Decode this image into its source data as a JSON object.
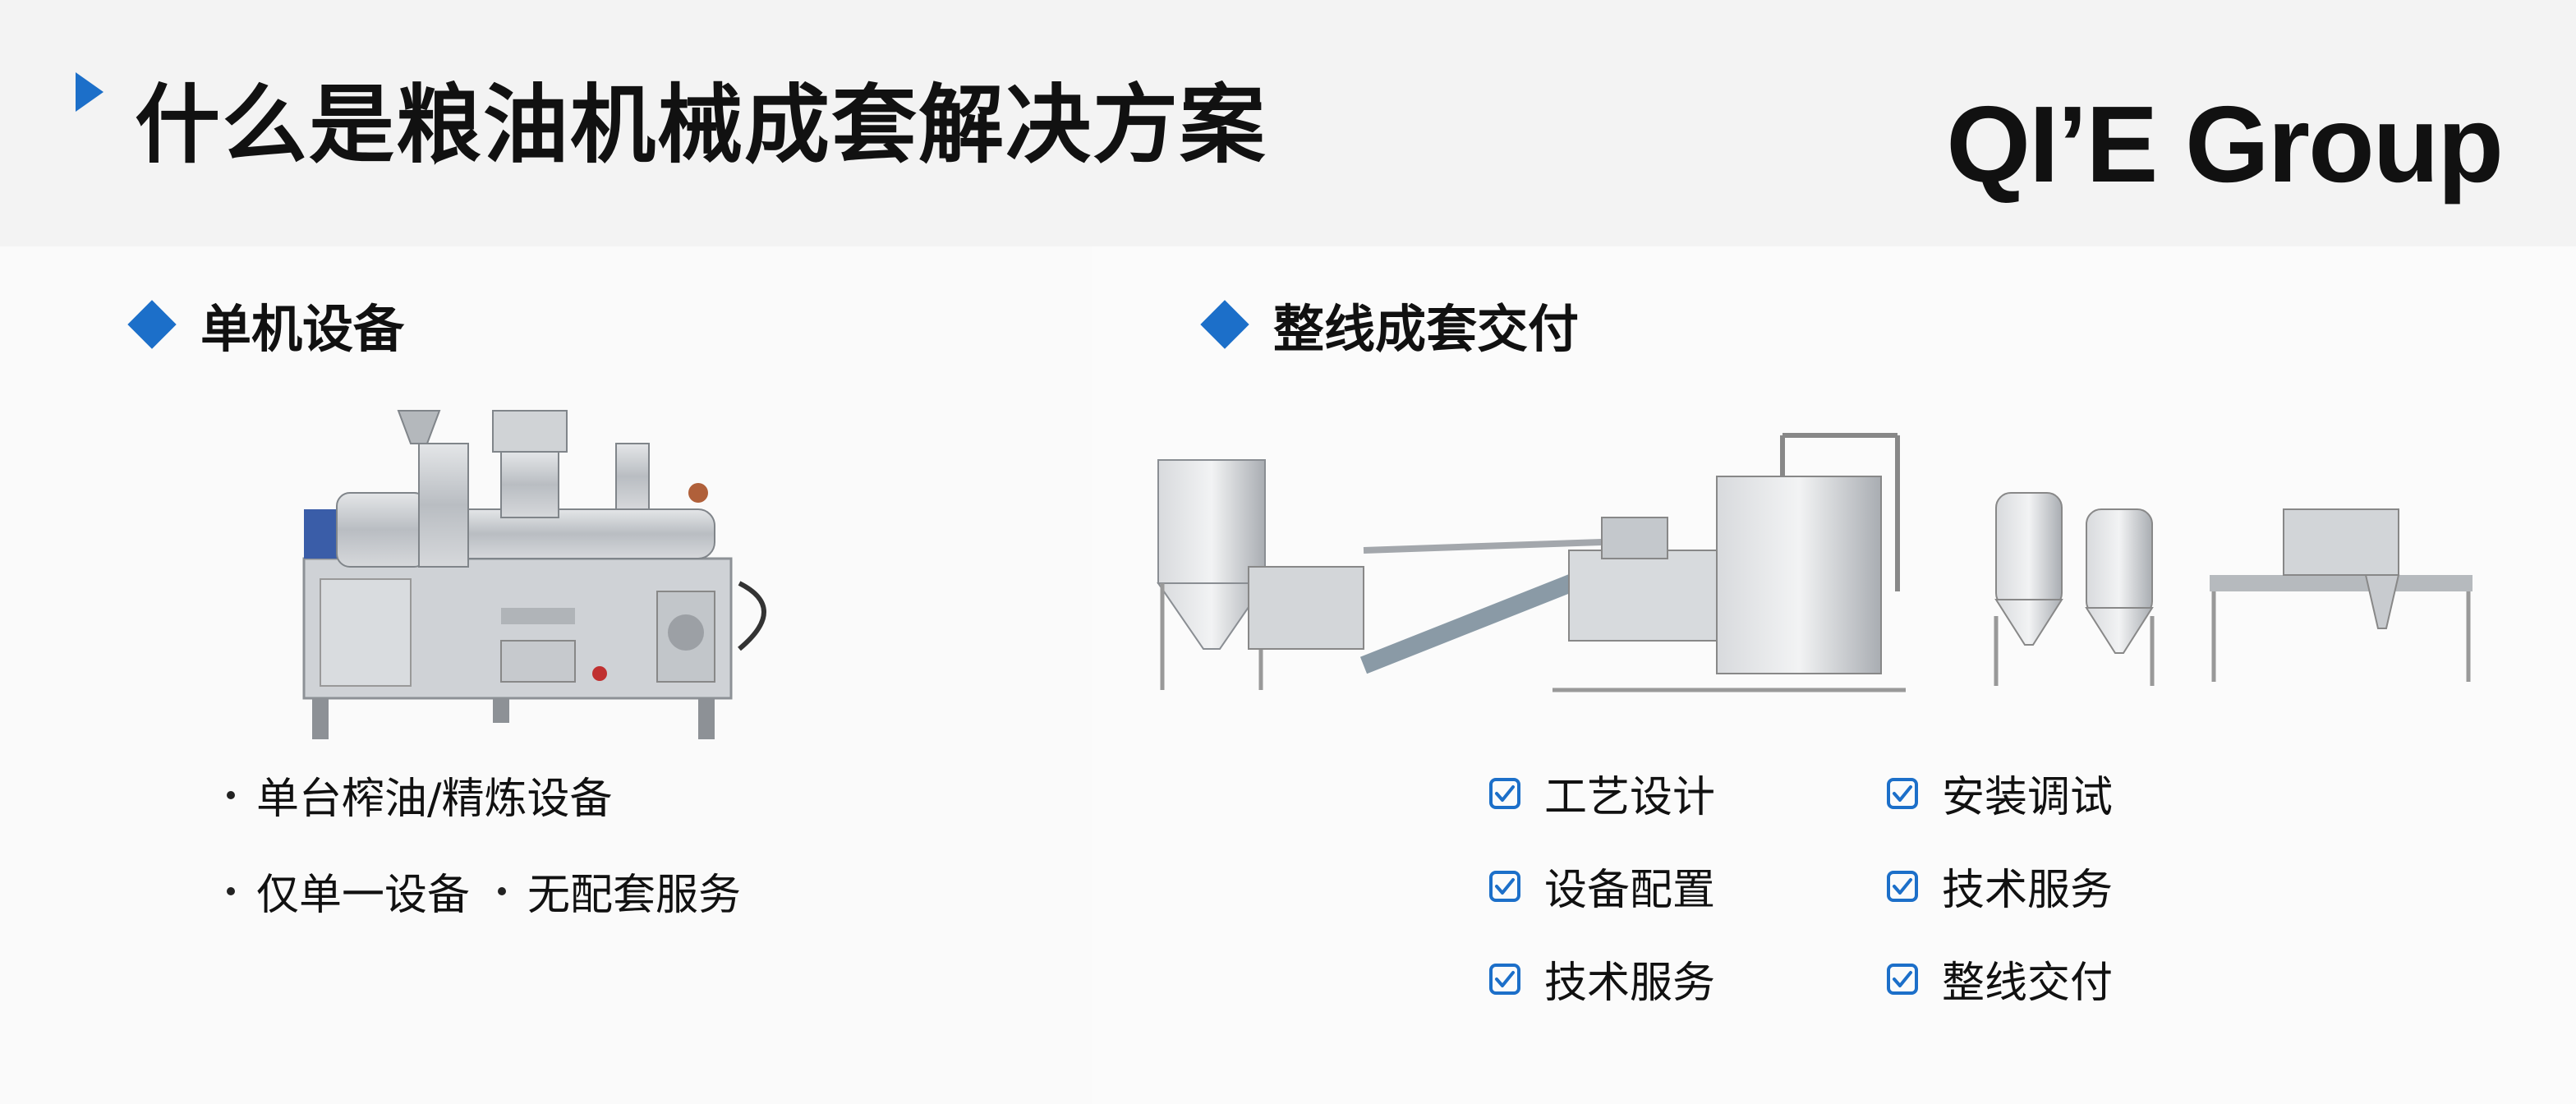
{
  "header": {
    "title": "什么是粮油机械成套解决方案",
    "brand": "QI’E Group"
  },
  "left_section": {
    "title": "单机设备",
    "bullets": [
      {
        "parts": [
          "单台榨油/精炼设备"
        ]
      },
      {
        "parts": [
          "仅单一设备",
          "无配套服务"
        ]
      }
    ]
  },
  "right_section": {
    "title": "整线成套交付",
    "checklist": [
      "工艺设计",
      "安装调试",
      "设备配置",
      "技术服务",
      "技术服务",
      "整线交付"
    ]
  },
  "colors": {
    "accent": "#1c6fc9",
    "text": "#111111",
    "steel": "#c9ccd0"
  },
  "icons": {
    "header_marker": "triangle-right-icon",
    "section_marker": "diamond-icon",
    "check": "checkbox-checked-icon"
  }
}
